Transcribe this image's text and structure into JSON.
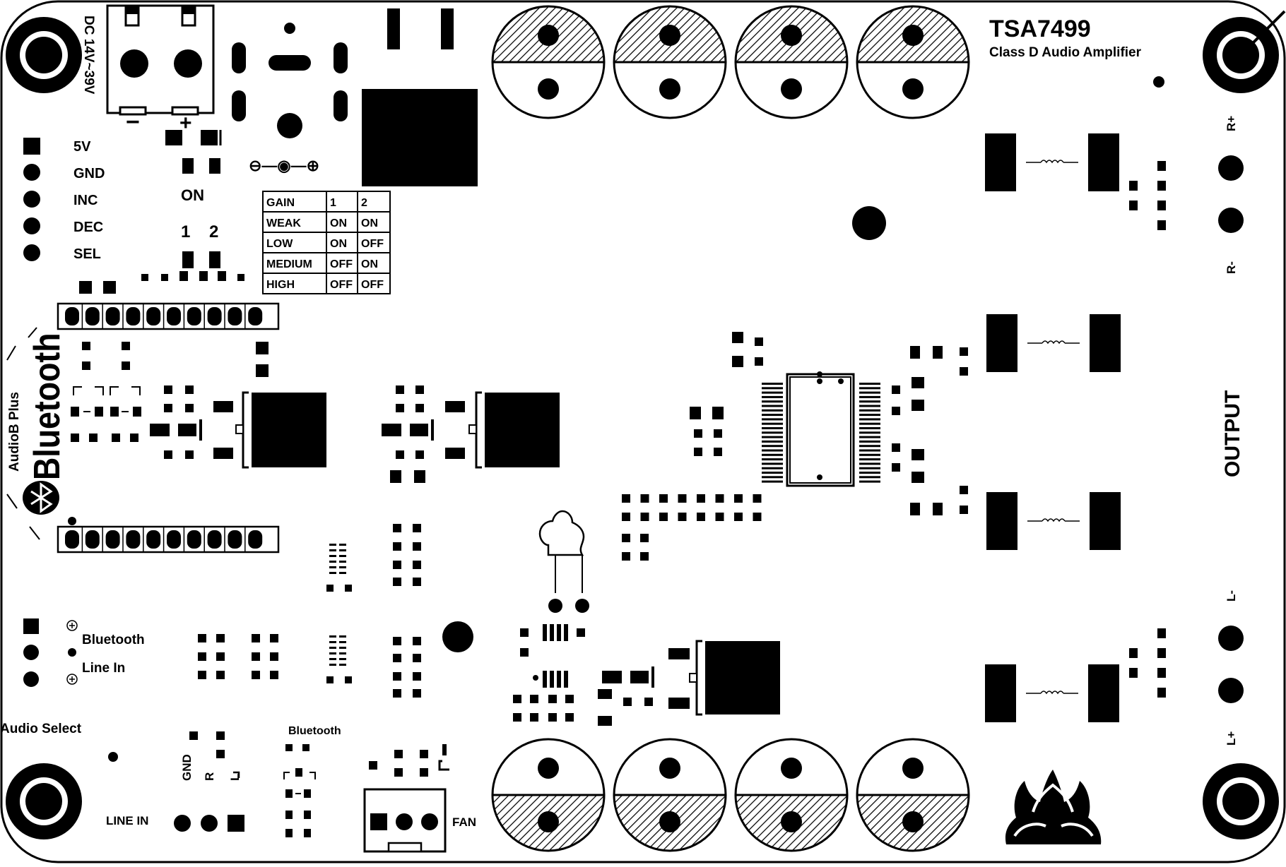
{
  "board": {
    "title": "TSA7499",
    "subtitle": "Class D Audio Amplifier",
    "dc_input": "DC 14V~39V",
    "polarity_minus": "−",
    "polarity_plus": "+",
    "polarity_jack_symbol": "⊖—◉—⊕",
    "on_label": "ON",
    "switch_1": "1",
    "switch_2": "2",
    "output_label": "OUTPUT",
    "r_plus": "R+",
    "r_minus": "R-",
    "l_minus": "L-",
    "l_plus": "L+",
    "bluetooth_logo": "Bluetooth",
    "module_label": "AudioB Plus",
    "audio_select_label": "Audio Select",
    "bluetooth_option": "Bluetooth",
    "line_in_option": "Line In",
    "line_in_label": "LINE IN",
    "gnd_label": "GND",
    "r_label": "R",
    "l_label": "L",
    "bluetooth_pad_label": "Bluetooth",
    "fan_label": "FAN",
    "control_pins": [
      "5V",
      "GND",
      "INC",
      "DEC",
      "SEL"
    ]
  },
  "gain_table": {
    "headers": [
      "GAIN",
      "1",
      "2"
    ],
    "rows": [
      [
        "WEAK",
        "ON",
        "ON"
      ],
      [
        "LOW",
        "ON",
        "OFF"
      ],
      [
        "MEDIUM",
        "OFF",
        "ON"
      ],
      [
        "HIGH",
        "OFF",
        "OFF"
      ]
    ]
  },
  "colors": {
    "ink": "#000000",
    "board": "#ffffff"
  }
}
